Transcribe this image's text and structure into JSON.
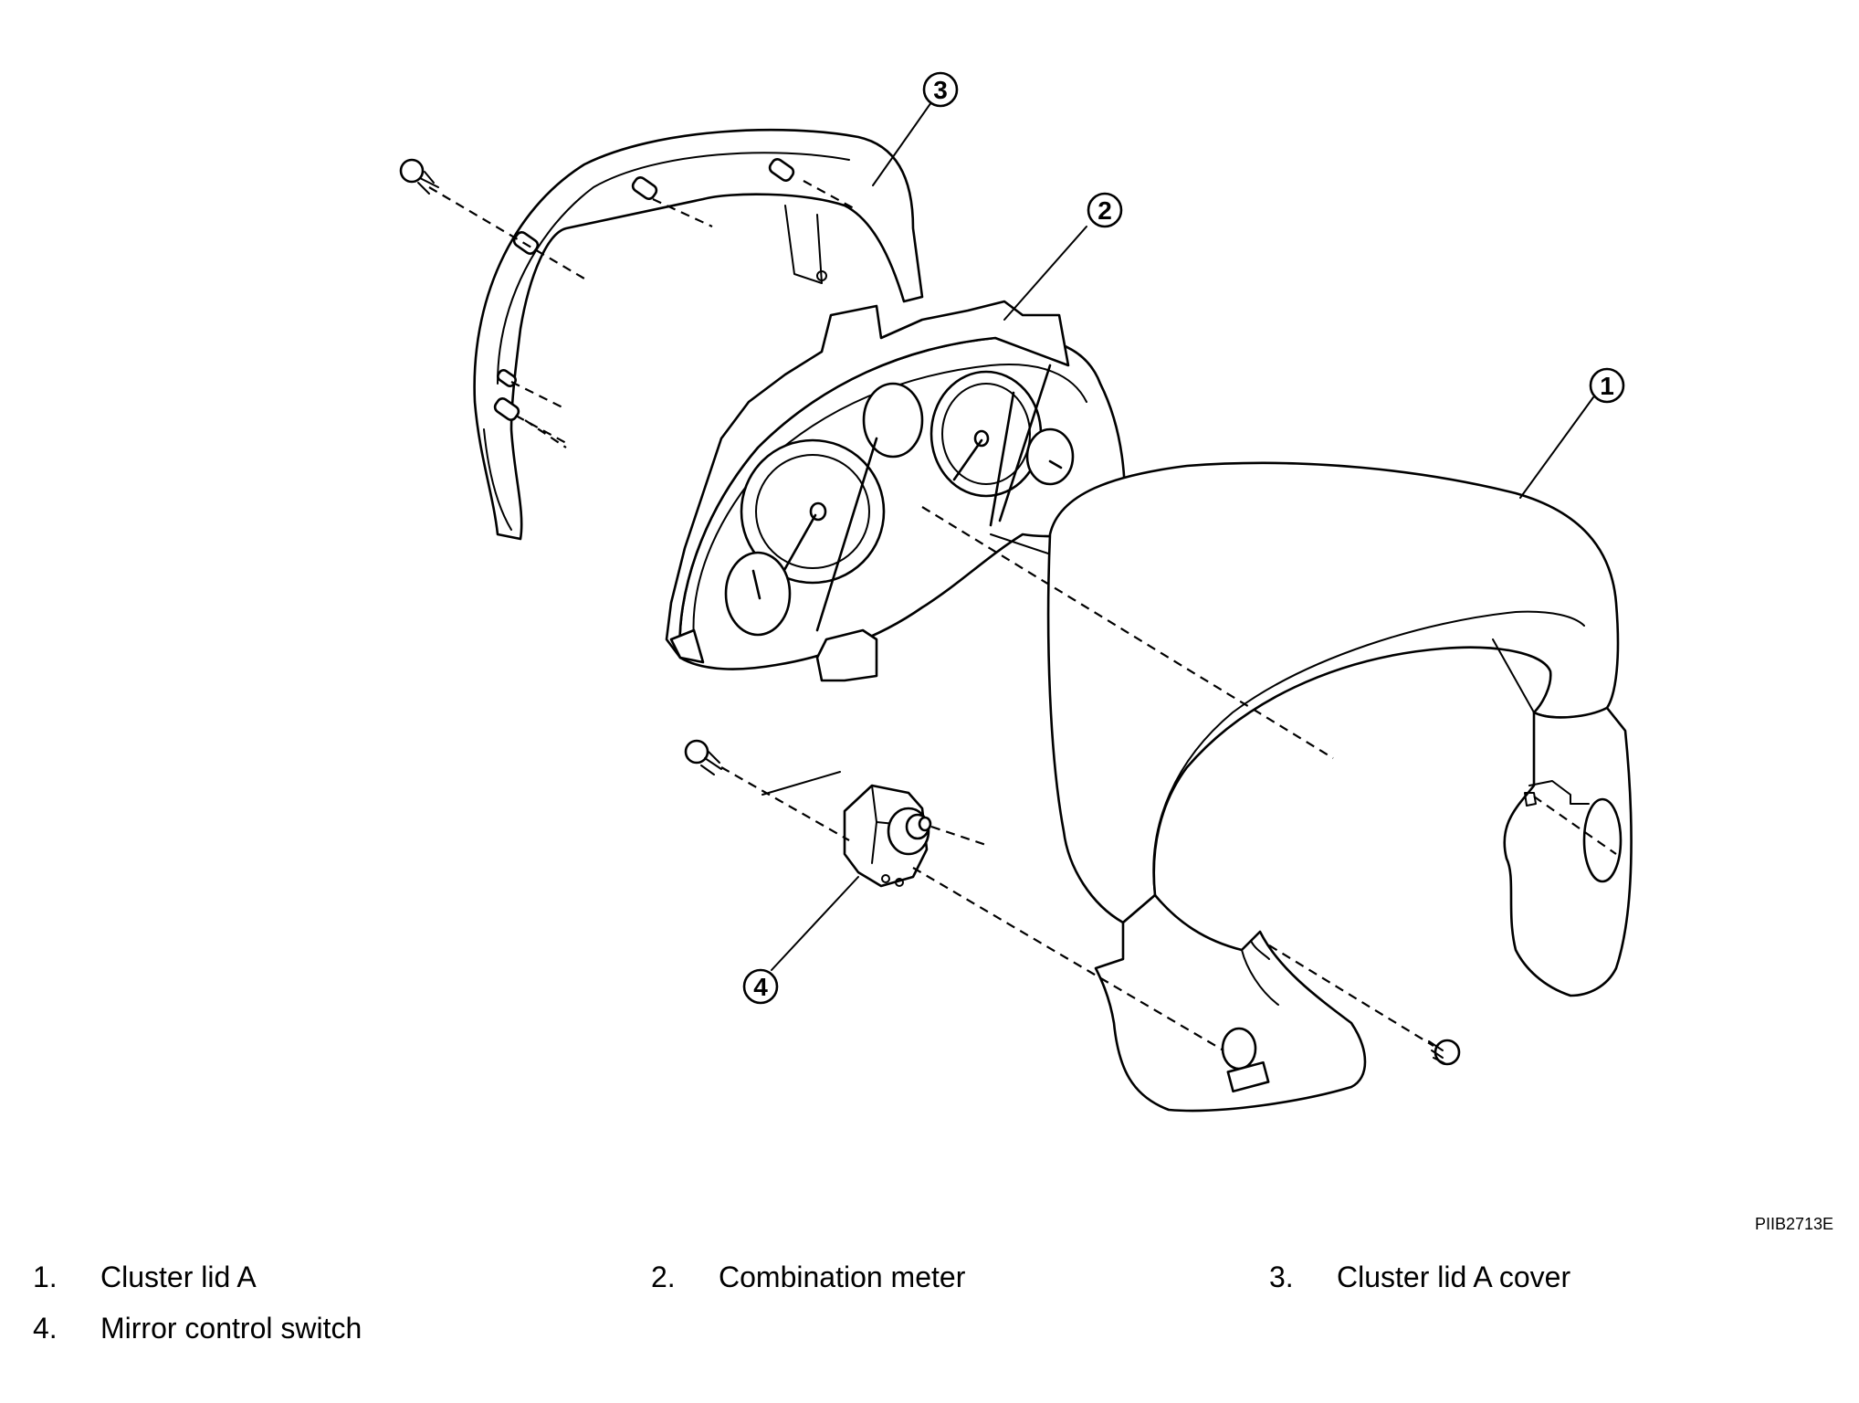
{
  "figure": {
    "code": "PIIB2713E",
    "callouts": [
      "1",
      "2",
      "3",
      "4"
    ]
  },
  "legend": [
    {
      "num": "1.",
      "label": "Cluster lid A"
    },
    {
      "num": "2.",
      "label": "Combination meter"
    },
    {
      "num": "3.",
      "label": "Cluster lid A cover"
    },
    {
      "num": "4.",
      "label": "Mirror control switch"
    }
  ]
}
